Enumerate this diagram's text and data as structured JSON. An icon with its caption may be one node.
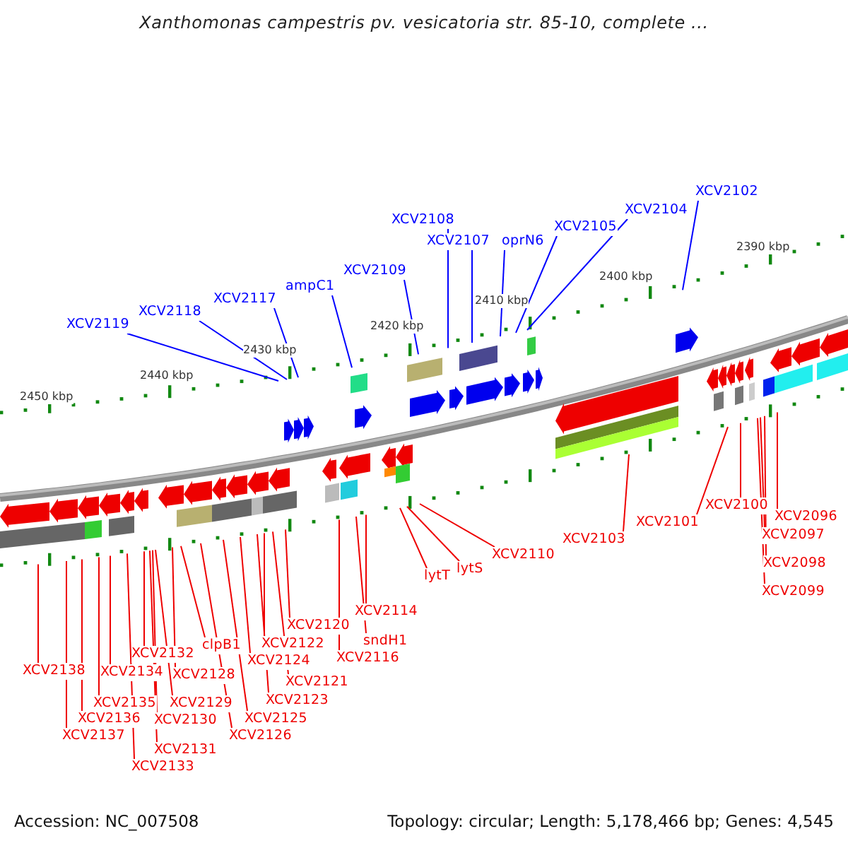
{
  "diagram": {
    "title": "Xanthomonas campestris pv. vesicatoria str. 85-10, complete ...",
    "nodes": [
      {
        "text": [
          "XCV2119"
        ]
      },
      {
        "text": [
          "XCV2118"
        ]
      },
      {
        "text": [
          "XCV2117"
        ]
      },
      {
        "text": [
          "ampC1"
        ]
      },
      {
        "text": [
          "XCV2109"
        ]
      },
      {
        "text": [
          "XCV2108"
        ]
      },
      {
        "text": [
          "XCV2107"
        ]
      },
      {
        "text": [
          "oprN6"
        ]
      },
      {
        "text": [
          "XCV2105"
        ]
      },
      {
        "text": [
          "XCV2104"
        ]
      },
      {
        "text": [
          "XCV2102"
        ]
      },
      {
        "text": [
          "XCV2114"
        ]
      },
      {
        "text": [
          "XCV2120"
        ]
      },
      {
        "text": [
          "sndH1"
        ]
      },
      {
        "text": [
          "XCV2122"
        ]
      },
      {
        "text": [
          "clpB1"
        ]
      },
      {
        "text": [
          "XCV2132"
        ]
      },
      {
        "text": [
          "XCV2116"
        ]
      },
      {
        "text": [
          "XCV2124"
        ]
      },
      {
        "text": [
          "XCV2138"
        ]
      },
      {
        "text": [
          "XCV2134"
        ]
      },
      {
        "text": [
          "XCV2128"
        ]
      },
      {
        "text": [
          "XCV2121"
        ]
      },
      {
        "text": [
          "XCV2123"
        ]
      },
      {
        "text": [
          "XCV2135"
        ]
      },
      {
        "text": [
          "XCV2129"
        ]
      },
      {
        "text": [
          "XCV2136"
        ]
      },
      {
        "text": [
          "XCV2130"
        ]
      },
      {
        "text": [
          "XCV2125"
        ]
      },
      {
        "text": [
          "XCV2137"
        ]
      },
      {
        "text": [
          "XCV2126"
        ]
      },
      {
        "text": [
          "XCV2131"
        ]
      },
      {
        "text": [
          "XCV2133"
        ]
      },
      {
        "text": [
          "XCV2100"
        ]
      },
      {
        "text": [
          "XCV2096"
        ]
      },
      {
        "text": [
          "XCV2101"
        ]
      },
      {
        "text": [
          "XCV2097"
        ]
      },
      {
        "text": [
          "XCV2103"
        ]
      },
      {
        "text": [
          "XCV2110"
        ]
      },
      {
        "text": [
          "XCV2098"
        ]
      },
      {
        "text": [
          "lytS"
        ]
      },
      {
        "text": [
          "lytT"
        ]
      },
      {
        "text": [
          "XCV2099"
        ]
      }
    ],
    "edges": [
      {
        "from": 0,
        "to": null,
        "arrow": "none",
        "color": "#0000ff"
      },
      {
        "from": 1,
        "to": null,
        "arrow": "none",
        "color": "#0000ff"
      },
      {
        "from": 2,
        "to": null,
        "arrow": "none",
        "color": "#0000ff"
      },
      {
        "from": 3,
        "to": null,
        "arrow": "none",
        "color": "#0000ff"
      },
      {
        "from": 4,
        "to": null,
        "arrow": "none",
        "color": "#0000ff"
      },
      {
        "from": 5,
        "to": null,
        "arrow": "none",
        "color": "#0000ff"
      },
      {
        "from": 6,
        "to": null,
        "arrow": "none",
        "color": "#0000ff"
      },
      {
        "from": 7,
        "to": null,
        "arrow": "none",
        "color": "#0000ff"
      },
      {
        "from": 8,
        "to": null,
        "arrow": "none",
        "color": "#0000ff"
      },
      {
        "from": 9,
        "to": null,
        "arrow": "none",
        "color": "#0000ff"
      },
      {
        "from": 10,
        "to": null,
        "arrow": "none",
        "color": "#0000ff"
      },
      {
        "from": 11,
        "to": null,
        "arrow": "none"
      },
      {
        "from": 12,
        "to": null,
        "arrow": "none"
      },
      {
        "from": 13,
        "to": null,
        "arrow": "none"
      },
      {
        "from": 14,
        "to": null,
        "arrow": "none"
      },
      {
        "from": 15,
        "to": null,
        "arrow": "none"
      },
      {
        "from": 16,
        "to": null,
        "arrow": "none"
      },
      {
        "from": 17,
        "to": null,
        "arrow": "none"
      },
      {
        "from": 18,
        "to": null,
        "arrow": "none"
      },
      {
        "from": 19,
        "to": null,
        "arrow": "none"
      },
      {
        "from": 20,
        "to": null,
        "arrow": "none"
      },
      {
        "from": 21,
        "to": null,
        "arrow": "none"
      },
      {
        "from": 22,
        "to": null,
        "arrow": "none"
      },
      {
        "from": 23,
        "to": null,
        "arrow": "none"
      },
      {
        "from": 24,
        "to": null,
        "arrow": "none"
      },
      {
        "from": 25,
        "to": null,
        "arrow": "none"
      },
      {
        "from": 26,
        "to": null,
        "arrow": "none"
      },
      {
        "from": 27,
        "to": null,
        "arrow": "none"
      },
      {
        "from": 28,
        "to": null,
        "arrow": "none"
      },
      {
        "from": 29,
        "to": null,
        "arrow": "none"
      },
      {
        "from": 30,
        "to": null,
        "arrow": "none"
      },
      {
        "from": 31,
        "to": null,
        "arrow": "none"
      },
      {
        "from": 32,
        "to": null,
        "arrow": "none"
      },
      {
        "from": 33,
        "to": null,
        "arrow": "none"
      },
      {
        "from": 34,
        "to": null,
        "arrow": "none"
      },
      {
        "from": 35,
        "to": null,
        "arrow": "none"
      },
      {
        "from": 36,
        "to": null,
        "arrow": "none"
      },
      {
        "from": 37,
        "to": null,
        "arrow": "none"
      },
      {
        "from": 38,
        "to": null,
        "arrow": "none"
      },
      {
        "from": 39,
        "to": null,
        "arrow": "none"
      },
      {
        "from": 40,
        "to": null,
        "arrow": "none"
      },
      {
        "from": 41,
        "to": null,
        "arrow": "none"
      },
      {
        "from": 42,
        "to": null,
        "arrow": "none"
      }
    ],
    "labels": [
      "2390 kbp",
      "2400 kbp",
      "2410 kbp",
      "2420 kbp",
      "2430 kbp",
      "2440 kbp",
      "2450 kbp",
      "Accession: NC_007508",
      "Topology: circular; Length: 5,178,466 bp; Genes: 4,545"
    ]
  }
}
